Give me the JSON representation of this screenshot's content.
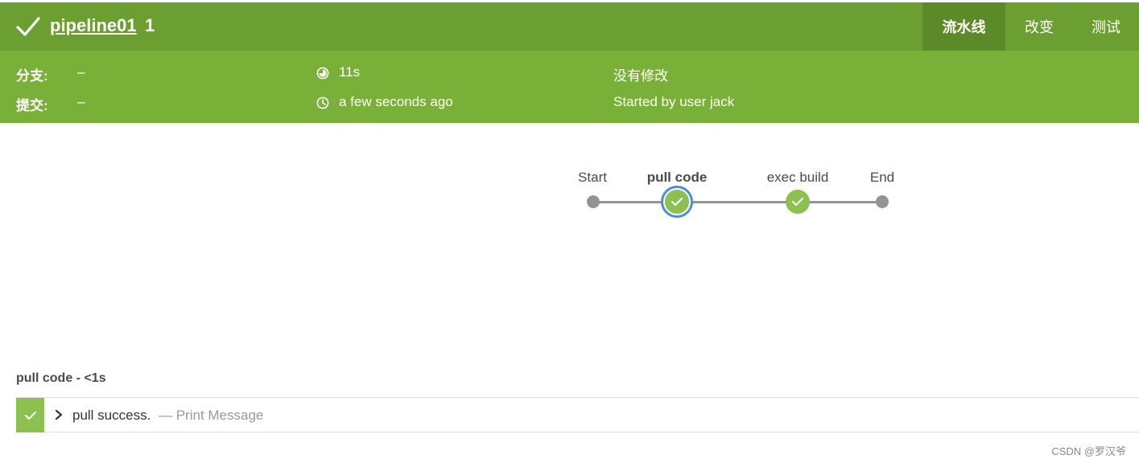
{
  "header": {
    "title": "pipeline01",
    "run_number": "1",
    "tabs": [
      {
        "label": "流水线",
        "active": true
      },
      {
        "label": "改变",
        "active": false
      },
      {
        "label": "测试",
        "active": false
      }
    ]
  },
  "meta": {
    "branch_label": "分支:",
    "branch_value": "–",
    "commit_label": "提交:",
    "commit_value": "–",
    "duration": "11s",
    "time_ago": "a few seconds ago",
    "changes": "没有修改",
    "cause": "Started by user jack"
  },
  "pipeline": {
    "stages": [
      {
        "name": "Start",
        "status": "none"
      },
      {
        "name": "pull code",
        "status": "success",
        "selected": true
      },
      {
        "name": "exec build",
        "status": "success"
      },
      {
        "name": "End",
        "status": "none"
      }
    ]
  },
  "step_detail": {
    "title": "pull code - <1s",
    "steps": [
      {
        "text": "pull success.",
        "description": "— Print Message",
        "status": "success"
      }
    ]
  },
  "watermark": "CSDN @罗汉爷",
  "colors": {
    "header_bg": "#6c9f32",
    "meta_bg": "#79b038",
    "success": "#8cc04f",
    "selected_ring": "#4a90d9",
    "connector": "#949393"
  },
  "icons": {
    "status": "check-icon",
    "duration": "pie-clock-icon",
    "time": "clock-icon",
    "expand": "chevron-right-icon"
  }
}
